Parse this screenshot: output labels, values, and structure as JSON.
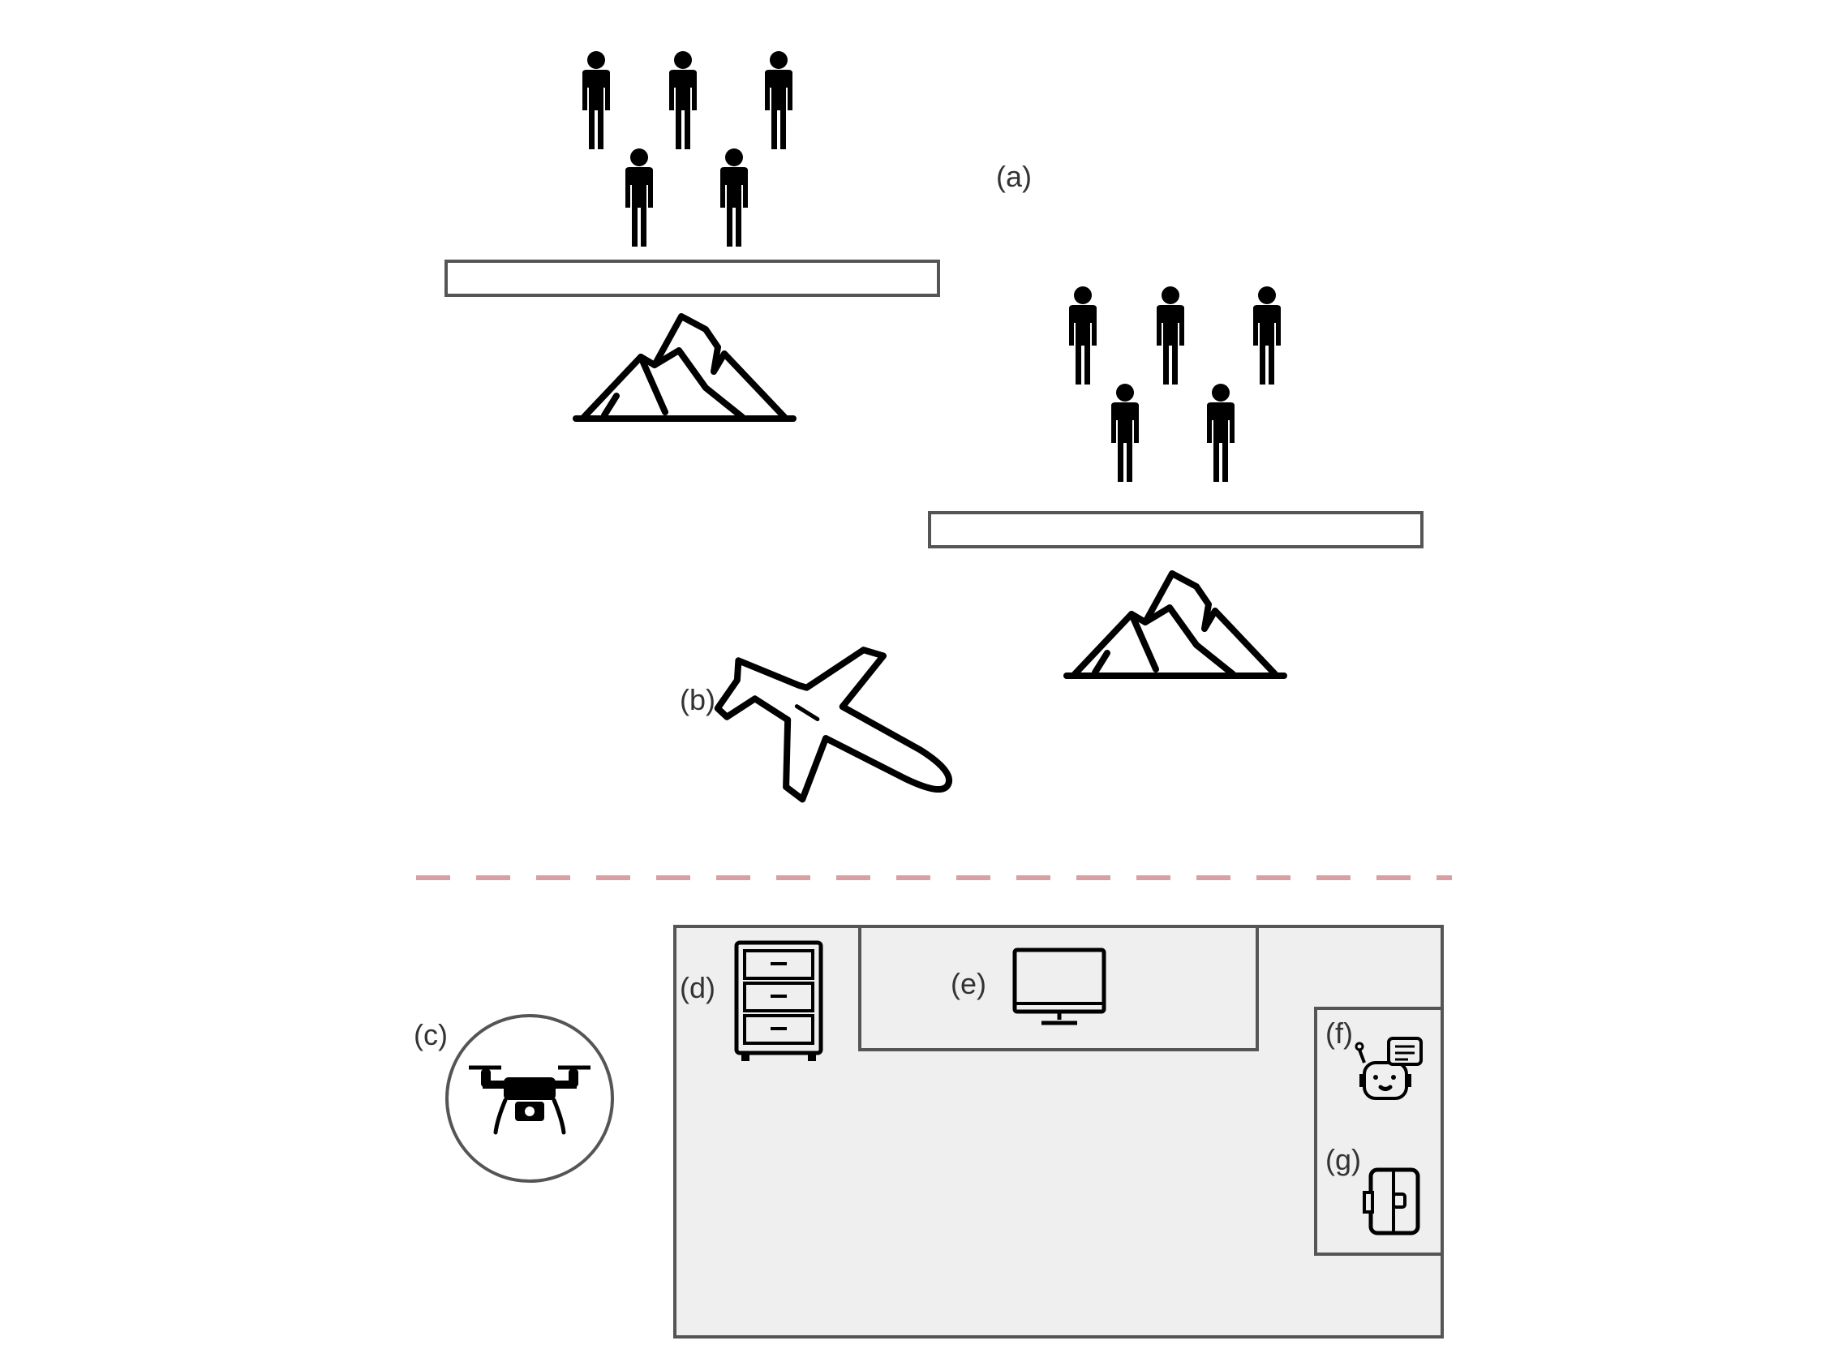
{
  "labels": {
    "a": "(a)",
    "b": "(b)",
    "c": "(c)",
    "d": "(d)",
    "e": "(e)",
    "f": "(f)",
    "g": "(g)"
  },
  "colors": {
    "divider": "#d9a0a3",
    "room_fill": "#efefef",
    "outline": "#555555",
    "icon": "#000000"
  },
  "icons": {
    "people": "person-icon",
    "mountain": "mountain-icon",
    "plane": "airplane-icon",
    "drone": "drone-icon",
    "cabinet": "cabinet-icon",
    "monitor": "monitor-icon",
    "robot": "chatbot-icon",
    "device": "door-device-icon"
  }
}
